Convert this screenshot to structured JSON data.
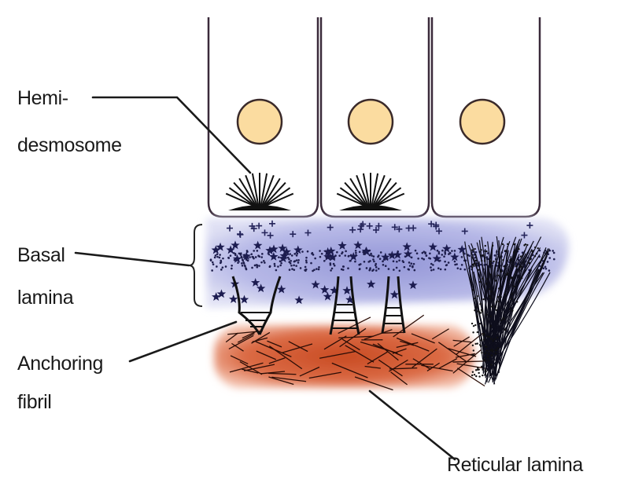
{
  "labels": {
    "hemidesmosome_line1": "Hemi-",
    "hemidesmosome_line2": "desmosome",
    "basal_line1": "Basal",
    "basal_line2": "lamina",
    "anchoring_line1": "Anchoring",
    "anchoring_line2": "fibril",
    "reticular": "Reticular lamina"
  },
  "colors": {
    "cell_top": "#fbe8f2",
    "cell_bottom": "#e6a9cd",
    "nucleus_fill": "#fbdca0",
    "basal_lamina": "#a6a8df",
    "reticular_lamina": "#d7552c",
    "ink": "#1a1a1a"
  }
}
